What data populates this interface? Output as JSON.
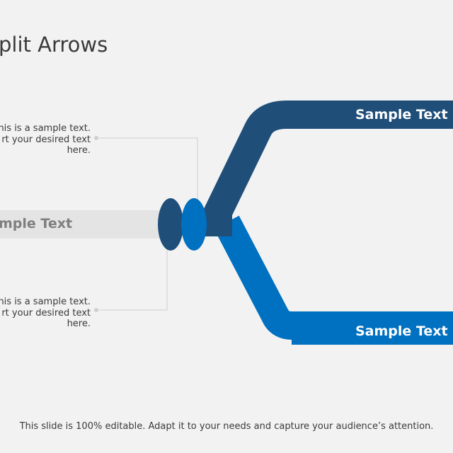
{
  "title": "plit Arrows",
  "center_label": "mple Text",
  "top_arrow_label": "Sample Text",
  "bottom_arrow_label": "Sample Text",
  "note_top": [
    "his is a sample text.",
    "rt your desired text",
    "here."
  ],
  "note_bottom": [
    "his is a sample text.",
    "rt your desired text",
    "here."
  ],
  "footer": "This slide is 100% editable. Adapt it to your needs and capture your audience’s attention.",
  "colors": {
    "dark_blue": "#1f4e79",
    "bright_blue": "#0070c0",
    "gray_bar": "#e4e4e4",
    "background": "#f2f2f2"
  }
}
